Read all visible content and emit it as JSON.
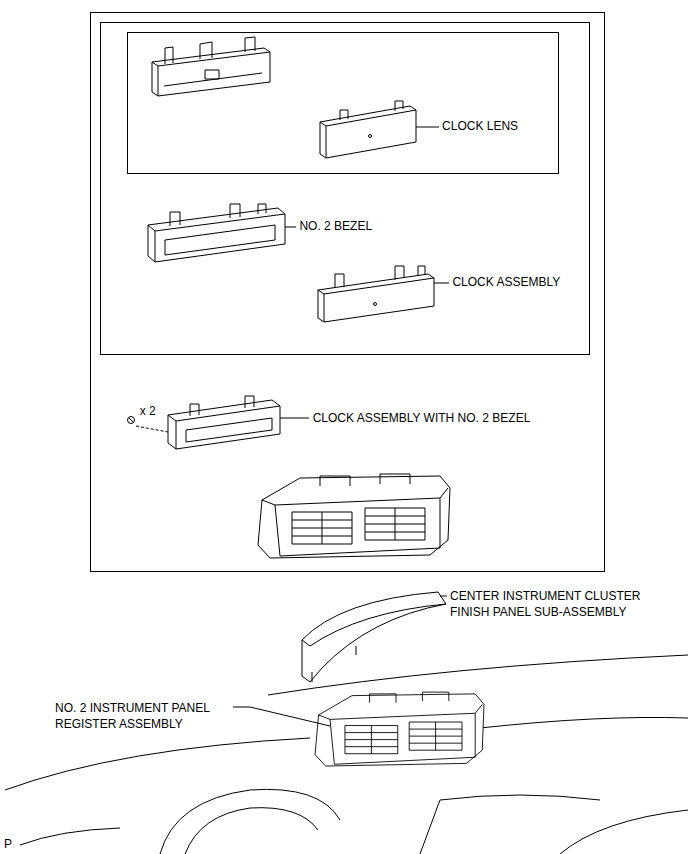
{
  "diagram": {
    "nodes": [
      {
        "text": [
          "x 2",
          "CLOCK ASSEMBLY WITH NO. 2 BEZEL"
        ]
      },
      {
        "text": [
          "NO. 2 BEZEL",
          "CLOCK ASSEMBLY"
        ],
        "in": 0
      },
      {
        "text": [
          "CLOCK LENS"
        ],
        "in": 1
      }
    ],
    "labels": [
      "CENTER INSTRUMENT CLUSTER FINISH PANEL SUB-ASSEMBLY",
      "NO. 2 INSTRUMENT PANEL REGISTER ASSEMBLY",
      "P"
    ]
  }
}
